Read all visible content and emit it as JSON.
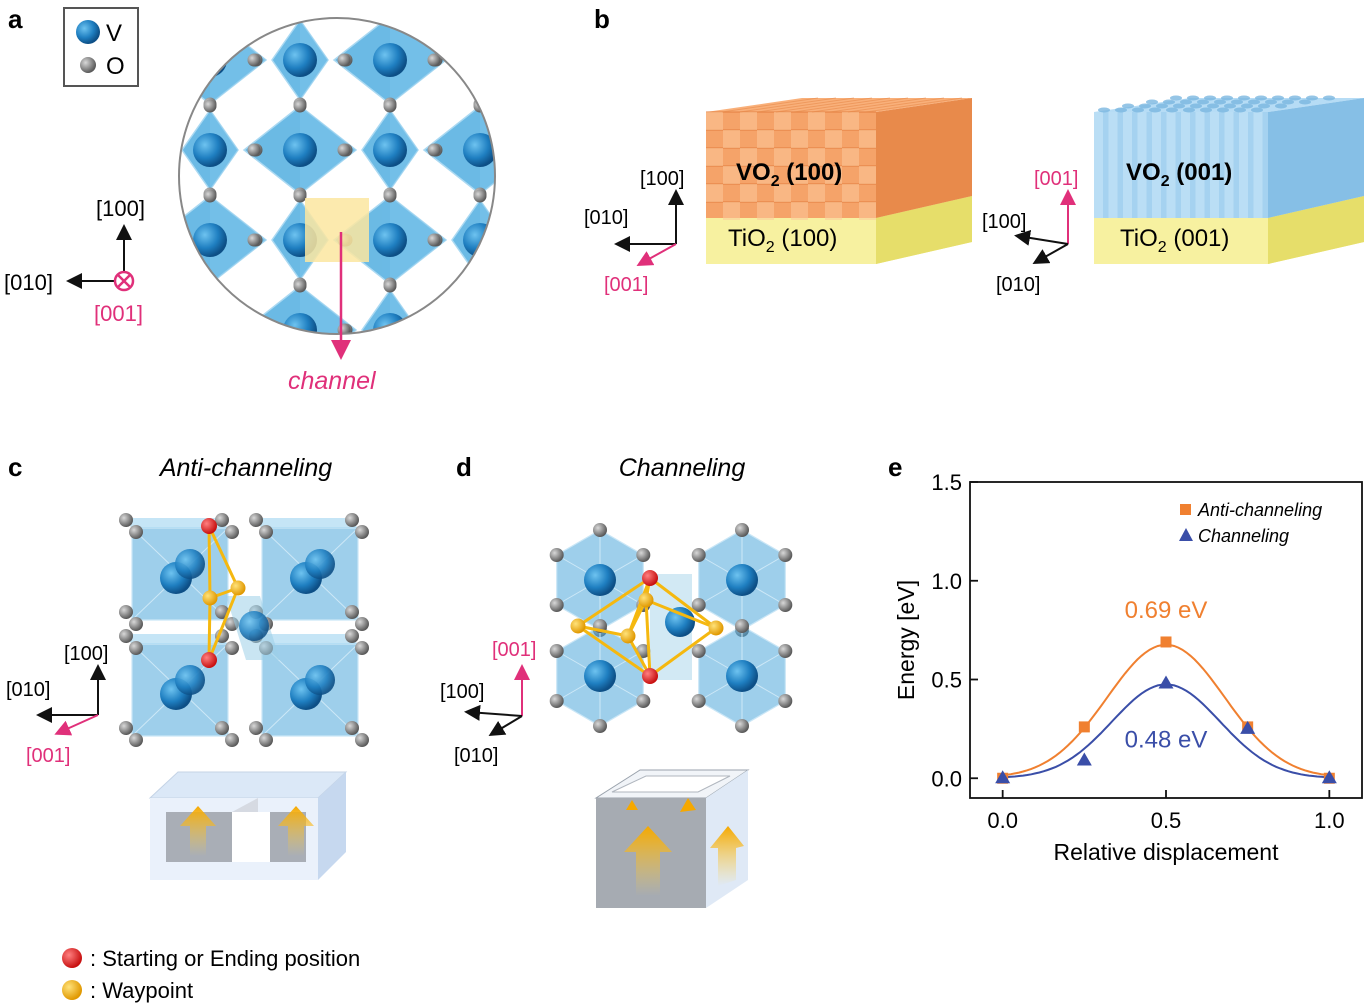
{
  "panels": {
    "a": {
      "letter": "a",
      "legend": [
        {
          "symbol": "V",
          "color": "#1f7fc1"
        },
        {
          "symbol": "O",
          "color": "#808080"
        }
      ],
      "axes": {
        "up": "[100]",
        "left": "[010]",
        "into": "[001]"
      },
      "channel_label": "channel"
    },
    "b": {
      "letter": "b",
      "left_axes": {
        "up": "[100]",
        "left": "[010]",
        "down": "[001]"
      },
      "film1": {
        "main": "VO",
        "sub": "2",
        "orient": " (100)"
      },
      "substrate1": {
        "main": "TiO",
        "sub": "2",
        "orient": " (100)"
      },
      "right_axes": {
        "up": "[001]",
        "left": "[100]",
        "down": "[010]"
      },
      "film2": {
        "main": "VO",
        "sub": "2",
        "orient": " (001)"
      },
      "substrate2": {
        "main": "TiO",
        "sub": "2",
        "orient": " (001)"
      }
    },
    "c": {
      "letter": "c",
      "title": "Anti-channeling",
      "axes": {
        "up": "[100]",
        "left": "[010]",
        "down": "[001]"
      }
    },
    "d": {
      "letter": "d",
      "title": "Channeling",
      "axes": {
        "up": "[001]",
        "left": "[100]",
        "down": "[010]"
      }
    },
    "e": {
      "letter": "e"
    }
  },
  "site_legend": [
    {
      "color": "#e62020",
      "label": ": Starting or Ending position"
    },
    {
      "color": "#f5b80f",
      "label": ": Waypoint"
    }
  ],
  "chart_data": {
    "type": "scatter",
    "xlabel": "Relative displacement",
    "ylabel": "Energy [eV]",
    "xlim": [
      -0.1,
      1.1
    ],
    "ylim": [
      -0.1,
      1.5
    ],
    "xticks": [
      0.0,
      0.5,
      1.0
    ],
    "xtick_labels": [
      "0.0",
      "0.5",
      "1.0"
    ],
    "yticks": [
      0.0,
      0.5,
      1.0,
      1.5
    ],
    "ytick_labels": [
      "0.0",
      "0.5",
      "1.0",
      "1.5"
    ],
    "grid": false,
    "legend_position": "top-right",
    "series": [
      {
        "name": "Anti-channeling",
        "marker": "square",
        "color": "#f08030",
        "x": [
          0.0,
          0.25,
          0.5,
          0.75,
          1.0
        ],
        "y": [
          0.0,
          0.26,
          0.69,
          0.26,
          0.0
        ]
      },
      {
        "name": "Channeling",
        "marker": "triangle",
        "color": "#3a4ea8",
        "x": [
          0.0,
          0.25,
          0.5,
          0.75,
          1.0
        ],
        "y": [
          0.0,
          0.09,
          0.48,
          0.25,
          0.0
        ]
      }
    ],
    "annotations": [
      {
        "text": "0.69 eV",
        "color": "#f08030"
      },
      {
        "text": "0.48 eV",
        "color": "#3a4ea8"
      }
    ]
  }
}
